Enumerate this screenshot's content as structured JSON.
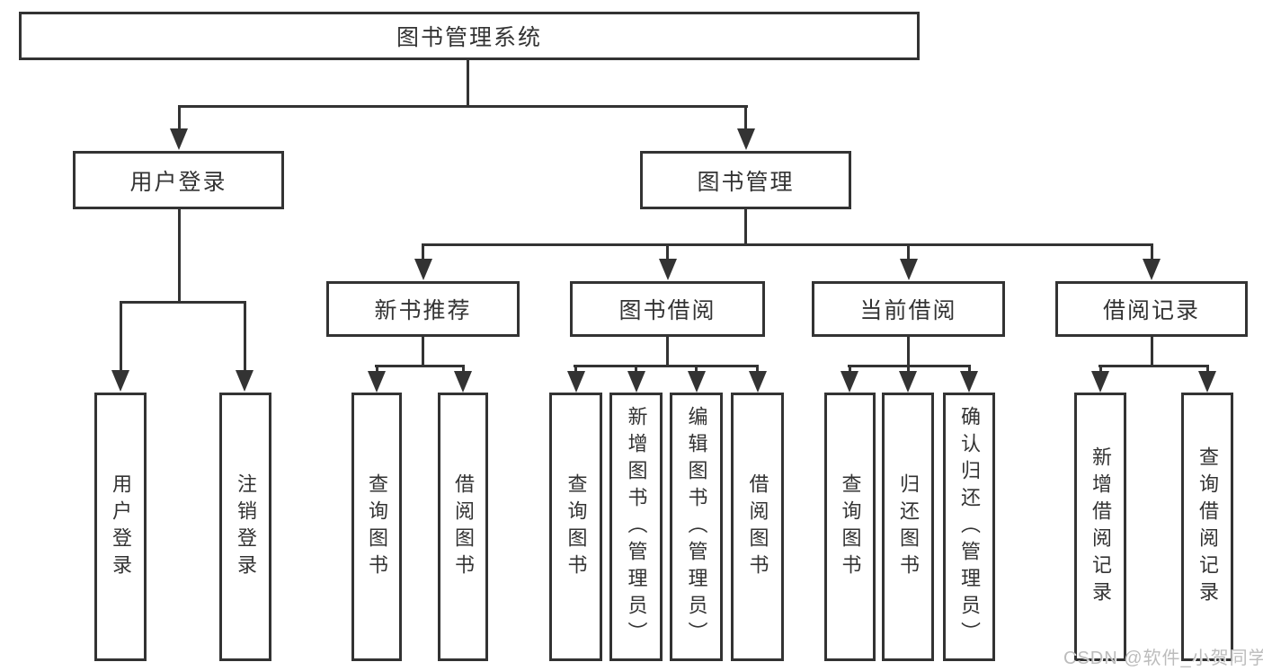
{
  "colors": {
    "line": "#333333",
    "text": "#333333",
    "background": "#ffffff",
    "watermark": "#bcbcbc"
  },
  "watermark": {
    "text": "CSDN @软件_小贺同学"
  },
  "tree": {
    "root": {
      "label": "图书管理系统"
    },
    "branches": [
      {
        "label": "用户登录",
        "children": [
          {
            "label": "用户登录"
          },
          {
            "label": "注销登录"
          }
        ]
      },
      {
        "label": "图书管理",
        "groups": [
          {
            "label": "新书推荐",
            "children": [
              {
                "label": "查询图书"
              },
              {
                "label": "借阅图书"
              }
            ]
          },
          {
            "label": "图书借阅",
            "children": [
              {
                "label": "查询图书"
              },
              {
                "label": "新增图书（管理员）"
              },
              {
                "label": "编辑图书（管理员）"
              },
              {
                "label": "借阅图书"
              }
            ]
          },
          {
            "label": "当前借阅",
            "children": [
              {
                "label": "查询图书"
              },
              {
                "label": "归还图书"
              },
              {
                "label": "确认归还（管理员）"
              }
            ]
          },
          {
            "label": "借阅记录",
            "children": [
              {
                "label": "新增借阅记录"
              },
              {
                "label": "查询借阅记录"
              }
            ]
          }
        ]
      }
    ]
  }
}
